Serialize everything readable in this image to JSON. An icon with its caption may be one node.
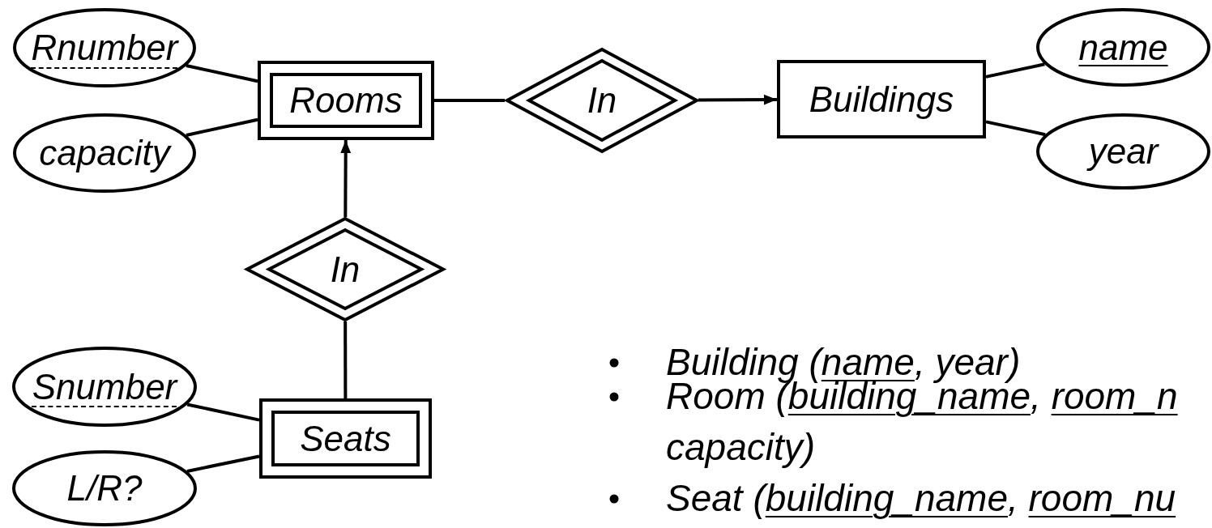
{
  "diagram": {
    "nodes": [
      {
        "text": [
          "Rnumber"
        ]
      },
      {
        "text": [
          "capacity"
        ]
      },
      {
        "text": [
          "Rooms"
        ]
      },
      {
        "text": [
          "In"
        ]
      },
      {
        "text": [
          "Buildings"
        ]
      },
      {
        "text": [
          "name"
        ]
      },
      {
        "text": [
          "year"
        ]
      },
      {
        "text": [
          "In"
        ]
      },
      {
        "text": [
          "Snumber"
        ]
      },
      {
        "text": [
          "Seats"
        ]
      },
      {
        "text": [
          "L/R?"
        ]
      }
    ],
    "edges": [
      {
        "from": 0,
        "to": 2,
        "arrow": "none"
      },
      {
        "from": 1,
        "to": 2,
        "arrow": "none"
      },
      {
        "from": 2,
        "to": 3,
        "arrow": "none"
      },
      {
        "from": 3,
        "to": 4,
        "arrow": "to"
      },
      {
        "from": 4,
        "to": 5,
        "arrow": "none"
      },
      {
        "from": 4,
        "to": 6,
        "arrow": "none"
      },
      {
        "from": 7,
        "to": 2,
        "arrow": "to"
      },
      {
        "from": 7,
        "to": 9,
        "arrow": "none"
      },
      {
        "from": 8,
        "to": 9,
        "arrow": "none"
      },
      {
        "from": 10,
        "to": 9,
        "arrow": "none"
      }
    ],
    "labels": [
      "Building (name, year)",
      "Room (building_name, room_n capacity)",
      "Seat (building_name, room_nu"
    ]
  }
}
